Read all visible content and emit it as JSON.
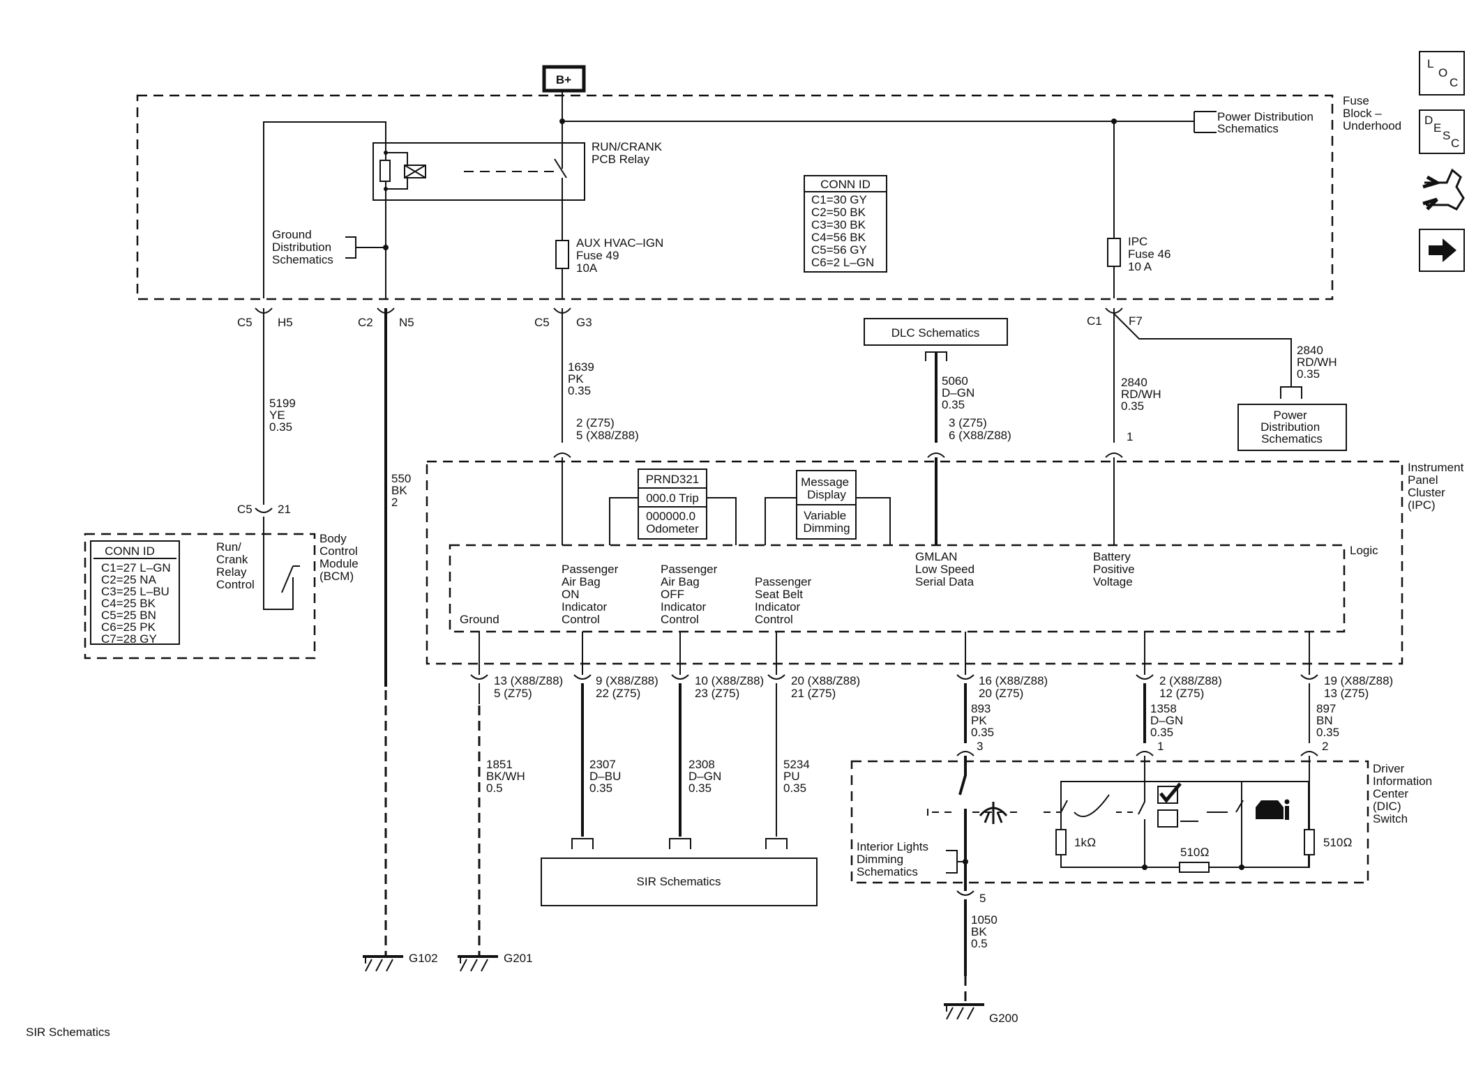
{
  "power": {
    "bplus": "B+"
  },
  "fuse_block": {
    "title": [
      "Fuse",
      "Block –",
      "Underhood"
    ],
    "relay": [
      "RUN/CRANK",
      "PCB Relay"
    ],
    "fuse49": [
      "AUX HVAC–IGN",
      "Fuse 49",
      "10A"
    ],
    "fuse46": [
      "IPC",
      "Fuse 46",
      "10 A"
    ],
    "pds_top": [
      "Power Distribution",
      "Schematics"
    ],
    "gds": [
      "Ground",
      "Distribution",
      "Schematics"
    ],
    "conn_id": {
      "title": "CONN ID",
      "rows": [
        "C1=30 GY",
        "C2=50 BK",
        "C3=30 BK",
        "C4=56 BK",
        "C5=56 GY",
        "C6=2 L–GN"
      ]
    }
  },
  "connectors": {
    "c5_h5": [
      "C5",
      "H5"
    ],
    "c2_n5": [
      "C2",
      "N5"
    ],
    "c5_g3": [
      "C5",
      "G3"
    ],
    "c1_f7": [
      "C1",
      "F7"
    ]
  },
  "wires": {
    "w5199": [
      "5199",
      "YE",
      "0.35"
    ],
    "w550": [
      "550",
      "BK",
      "2"
    ],
    "w1639": [
      "1639",
      "PK",
      "0.35"
    ],
    "w5060": [
      "5060",
      "D–GN",
      "0.35"
    ],
    "w2840a": [
      "2840",
      "RD/WH",
      "0.35"
    ],
    "w2840b": [
      "2840",
      "RD/WH",
      "0.35"
    ],
    "w1851": [
      "1851",
      "BK/WH",
      "0.5"
    ],
    "w2307": [
      "2307",
      "D–BU",
      "0.35"
    ],
    "w2308": [
      "2308",
      "D–GN",
      "0.35"
    ],
    "w5234": [
      "5234",
      "PU",
      "0.35"
    ],
    "w893": [
      "893",
      "PK",
      "0.35"
    ],
    "w1358": [
      "1358",
      "D–GN",
      "0.35"
    ],
    "w897": [
      "897",
      "BN",
      "0.35"
    ],
    "w1050": [
      "1050",
      "BK",
      "0.5"
    ]
  },
  "dlc": "DLC Schematics",
  "pds_right": [
    "Power",
    "Distribution",
    "Schematics"
  ],
  "ipc": {
    "title": [
      "Instrument",
      "Panel",
      "Cluster",
      "(IPC)"
    ],
    "logic": "Logic",
    "pins": {
      "p1639": [
        "2 (Z75)",
        "5 (X88/Z88)"
      ],
      "p5060": [
        "3 (Z75)",
        "6 (X88/Z88)"
      ],
      "p2840": [
        "1"
      ],
      "p1851": [
        "13 (X88/Z88)",
        "5 (Z75)"
      ],
      "p2307": [
        "9 (X88/Z88)",
        "22 (Z75)"
      ],
      "p2308": [
        "10 (X88/Z88)",
        "23 (Z75)"
      ],
      "p5234": [
        "20 (X88/Z88)",
        "21 (Z75)"
      ],
      "p893": [
        "16 (X88/Z88)",
        "20 (Z75)"
      ],
      "p1358": [
        "2 (X88/Z88)",
        "12 (Z75)"
      ],
      "p897": [
        "19 (X88/Z88)",
        "13 (Z75)"
      ]
    },
    "displays": {
      "prnd": "PRND321",
      "trip": "000.0 Trip",
      "odo": [
        "000000.0",
        "Odometer"
      ],
      "msg": [
        "Message",
        "Display"
      ],
      "dim": [
        "Variable",
        "Dimming"
      ]
    },
    "signals": {
      "ground": "Ground",
      "pab_on": [
        "Passenger",
        "Air Bag",
        "ON",
        "Indicator",
        "Control"
      ],
      "pab_off": [
        "Passenger",
        "Air Bag",
        "OFF",
        "Indicator",
        "Control"
      ],
      "pseat": [
        "Passenger",
        "Seat Belt",
        "Indicator",
        "Control"
      ],
      "gmlan": [
        "GMLAN",
        "Low Speed",
        "Serial Data"
      ],
      "batt": [
        "Battery",
        "Positive",
        "Voltage"
      ]
    }
  },
  "bcm": {
    "title": [
      "Body",
      "Control",
      "Module",
      "(BCM)"
    ],
    "relay": [
      "Run/",
      "Crank",
      "Relay",
      "Control"
    ],
    "conn": [
      "C5",
      "21"
    ],
    "conn_id": {
      "title": "CONN ID",
      "rows": [
        "C1=27 L–GN",
        "C2=25 NA",
        "C3=25 L–BU",
        "C4=25 BK",
        "C5=25 BN",
        "C6=25 PK",
        "C7=28 GY"
      ]
    }
  },
  "dic": {
    "title": [
      "Driver",
      "Information",
      "Center",
      "(DIC)",
      "Switch"
    ],
    "pins": {
      "p3": "3",
      "p1": "1",
      "p2": "2",
      "p5": "5"
    },
    "r1k": "1kΩ",
    "r510a": "510Ω",
    "r510b": "510Ω",
    "ild": [
      "Interior Lights",
      "Dimming",
      "Schematics"
    ]
  },
  "sir_box": "SIR Schematics",
  "grounds": {
    "g102": "G102",
    "g201": "G201",
    "g200": "G200"
  },
  "footer": "SIR Schematics",
  "nav": {
    "loc": [
      "L",
      "O",
      "C"
    ],
    "desc": [
      "D",
      "E",
      "S",
      "C"
    ]
  }
}
